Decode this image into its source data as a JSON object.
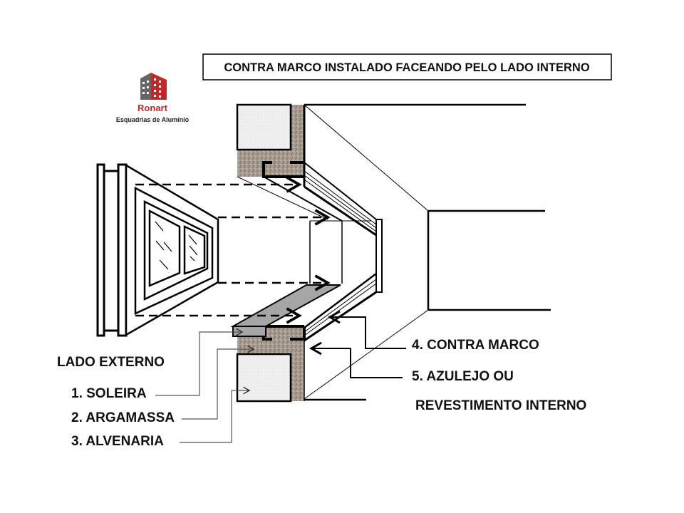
{
  "title": "CONTRA MARCO INSTALADO FACEANDO PELO LADO INTERNO",
  "logo": {
    "name": "Ronart",
    "tagline": "Esquadrias de Alumínio",
    "accent": "#c0282a",
    "gray": "#666666"
  },
  "labels": {
    "side": "LADO EXTERNO",
    "soleira": "1. SOLEIRA",
    "argamassa": "2. ARGAMASSA",
    "alvenaria": "3. ALVENARIA",
    "contra_marco": "4. CONTRA MARCO",
    "azulejo_1": "5.  AZULEJO OU",
    "azulejo_2": "REVESTIMENTO INTERNO"
  },
  "colors": {
    "mortar": "#a89c90",
    "brick": "#efefef",
    "soleira": "#a6a6a6"
  }
}
